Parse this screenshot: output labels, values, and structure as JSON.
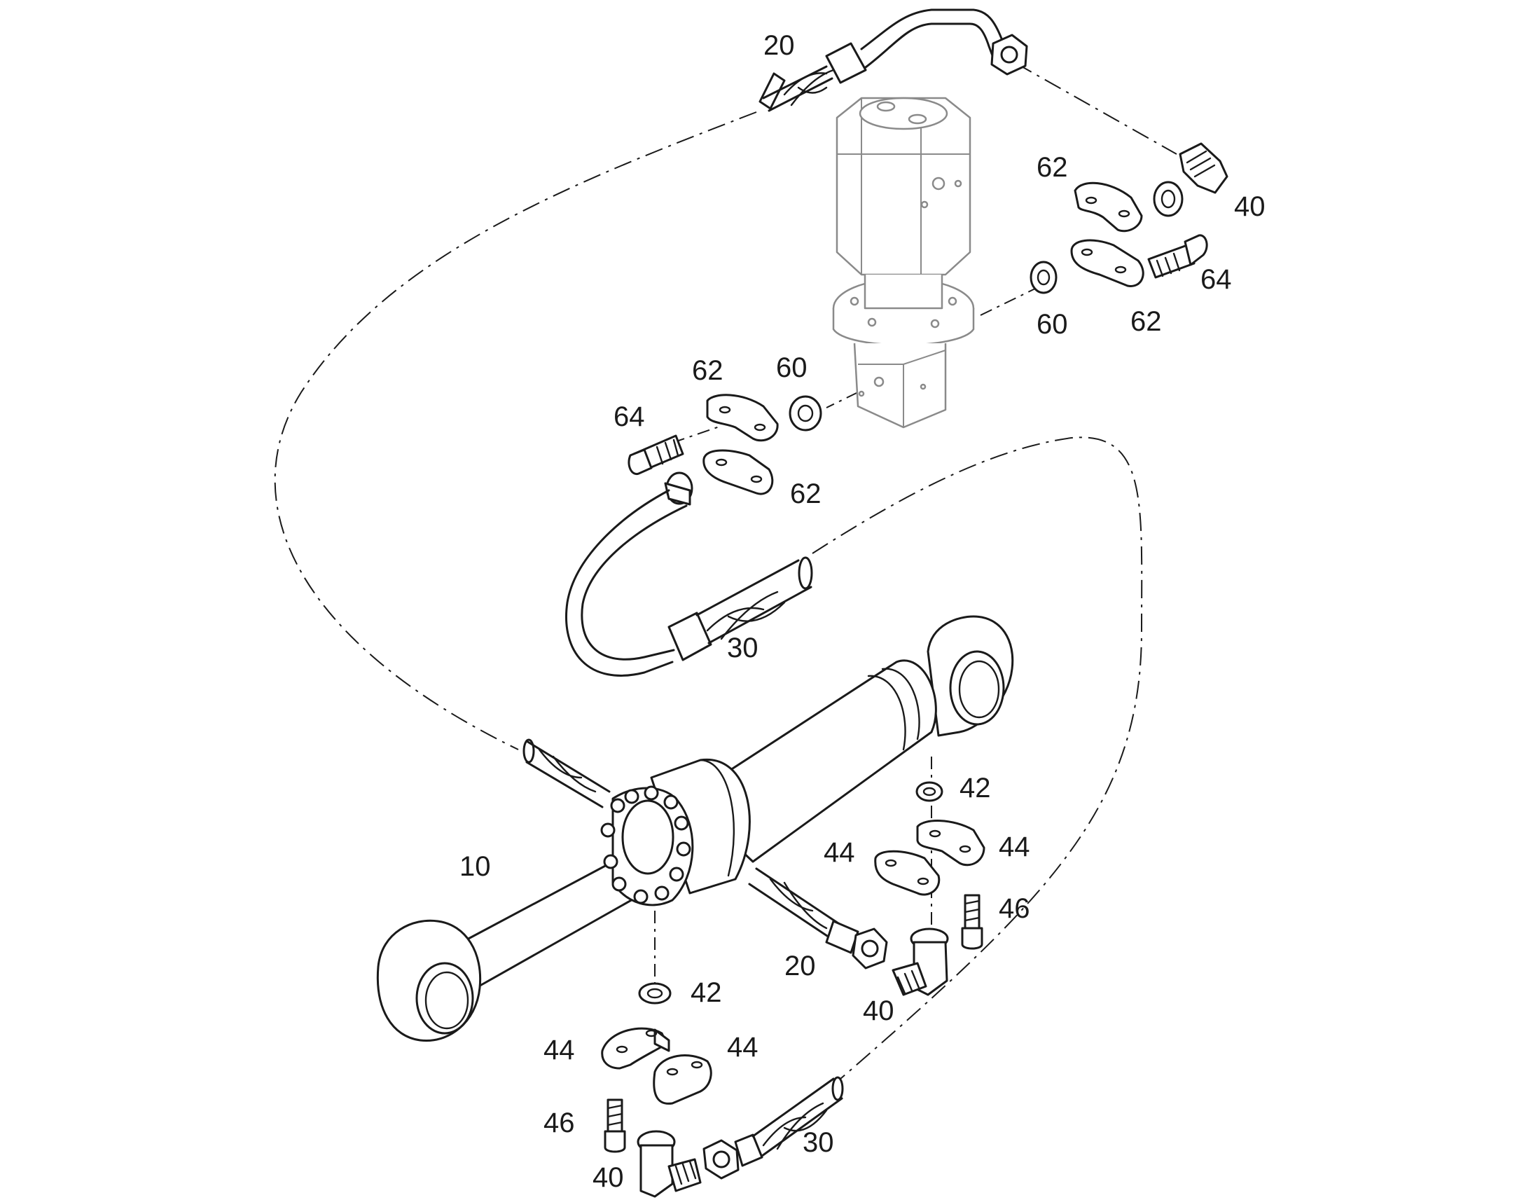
{
  "labels": [
    {
      "id": "lbl-20-top",
      "text": "20"
    },
    {
      "id": "lbl-62-a",
      "text": "62"
    },
    {
      "id": "lbl-40-top",
      "text": "40"
    },
    {
      "id": "lbl-64-a",
      "text": "64"
    },
    {
      "id": "lbl-60-a",
      "text": "60"
    },
    {
      "id": "lbl-62-b",
      "text": "62"
    },
    {
      "id": "lbl-62-c",
      "text": "62"
    },
    {
      "id": "lbl-60-b",
      "text": "60"
    },
    {
      "id": "lbl-64-b",
      "text": "64"
    },
    {
      "id": "lbl-62-d",
      "text": "62"
    },
    {
      "id": "lbl-30-mid",
      "text": "30"
    },
    {
      "id": "lbl-42-a",
      "text": "42"
    },
    {
      "id": "lbl-44-a",
      "text": "44"
    },
    {
      "id": "lbl-44-b",
      "text": "44"
    },
    {
      "id": "lbl-46-a",
      "text": "46"
    },
    {
      "id": "lbl-10",
      "text": "10"
    },
    {
      "id": "lbl-20-bot",
      "text": "20"
    },
    {
      "id": "lbl-40-mid",
      "text": "40"
    },
    {
      "id": "lbl-42-b",
      "text": "42"
    },
    {
      "id": "lbl-44-c",
      "text": "44"
    },
    {
      "id": "lbl-44-d",
      "text": "44"
    },
    {
      "id": "lbl-46-b",
      "text": "46"
    },
    {
      "id": "lbl-30-bot",
      "text": "30"
    },
    {
      "id": "lbl-40-bot",
      "text": "40"
    }
  ]
}
